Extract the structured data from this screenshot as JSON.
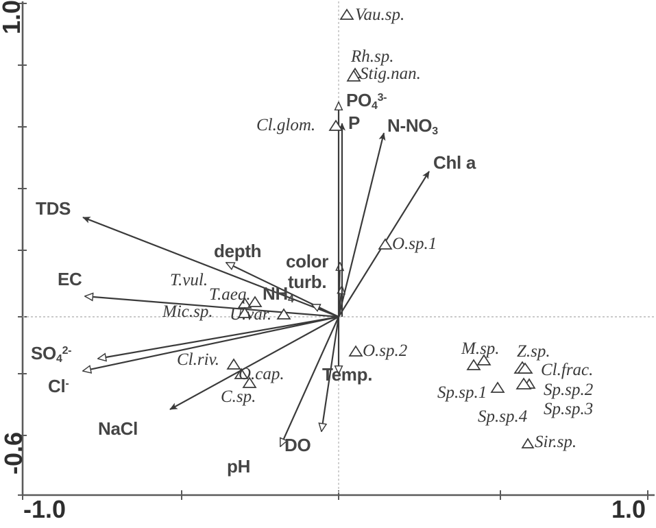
{
  "figure": {
    "type": "ordination-biplot",
    "background": "#ffffff",
    "line_color": "#3a3a3a",
    "text_color": "#3b3b3b"
  },
  "axes": {
    "x_min_label": "-1.0",
    "x_max_label": "1.0",
    "y_min_label": "-0.6",
    "y_max_label": "1.0"
  },
  "chart_data": {
    "type": "scatter",
    "title": "",
    "xlabel": "",
    "ylabel": "",
    "xlim": [
      -1.0,
      1.0
    ],
    "ylim": [
      -0.6,
      1.0
    ],
    "grid": false,
    "origin_lines": true,
    "x_ticks": [
      -1.0,
      -0.5,
      0.0,
      0.5,
      1.0
    ],
    "y_ticks": [
      -0.6,
      -0.4,
      -0.2,
      0.0,
      0.2,
      0.4,
      0.6,
      0.8,
      1.0
    ],
    "legend": null,
    "environmental_vectors": [
      {
        "name": "PO4",
        "label": "PO4 3-",
        "x": 0.0,
        "y": 0.695,
        "head": "hollow"
      },
      {
        "name": "P",
        "label": "P",
        "x": 0.0,
        "y": 0.625,
        "head": "solid"
      },
      {
        "name": "N-NO3",
        "label": "N-NO3",
        "x": 0.145,
        "y": 0.595,
        "head": "solid"
      },
      {
        "name": "Chl a",
        "label": "Chl a",
        "x": 0.29,
        "y": 0.47,
        "head": "solid"
      },
      {
        "name": "TDS",
        "label": "TDS",
        "x": -0.82,
        "y": 0.32,
        "head": "solid"
      },
      {
        "name": "depth",
        "label": "depth",
        "x": -0.36,
        "y": 0.175,
        "head": "hollow"
      },
      {
        "name": "EC",
        "label": "EC",
        "x": -0.81,
        "y": 0.065,
        "head": "hollow"
      },
      {
        "name": "NH4",
        "label": "NH4",
        "x": -0.085,
        "y": 0.04,
        "head": "hollow"
      },
      {
        "name": "color",
        "label": "color",
        "x": 0.005,
        "y": 0.175,
        "head": "hollow"
      },
      {
        "name": "turb.",
        "label": "turb.",
        "x": 0.012,
        "y": 0.1,
        "head": "hollow"
      },
      {
        "name": "SO4",
        "label": "SO4 2-",
        "x": -0.77,
        "y": -0.135,
        "head": "hollow"
      },
      {
        "name": "Cl",
        "label": "Cl -",
        "x": -0.82,
        "y": -0.175,
        "head": "hollow"
      },
      {
        "name": "NaCl",
        "label": "NaCl",
        "x": -0.54,
        "y": -0.3,
        "head": "solid"
      },
      {
        "name": "pH",
        "label": "pH",
        "x": -0.185,
        "y": -0.42,
        "head": "hollow"
      },
      {
        "name": "DO",
        "label": "DO",
        "x": -0.055,
        "y": -0.37,
        "head": "hollow"
      },
      {
        "name": "Temp.",
        "label": "Temp.",
        "x": 0.0,
        "y": -0.185,
        "head": "hollow"
      }
    ],
    "species_points": [
      {
        "name": "Vau.sp.",
        "x": 0.012,
        "y": 0.955,
        "label_side": "right"
      },
      {
        "name": "Rh.sp.",
        "x": 0.038,
        "y": 0.785,
        "label_side": "above"
      },
      {
        "name": "Stig.nan.",
        "x": 0.042,
        "y": 0.765,
        "label_side": "right"
      },
      {
        "name": "Cl.glom.",
        "x": -0.01,
        "y": 0.625,
        "label_side": "left"
      },
      {
        "name": "O.sp.1",
        "x": 0.145,
        "y": 0.235,
        "label_side": "right"
      },
      {
        "name": "T.vul.",
        "x": -0.3,
        "y": 0.055,
        "label_side": "left"
      },
      {
        "name": "T.aeq.",
        "x": -0.27,
        "y": 0.045,
        "label_side": "left"
      },
      {
        "name": "Mic.sp.",
        "x": -0.3,
        "y": 0.005,
        "label_side": "left"
      },
      {
        "name": "U.var.",
        "x": -0.175,
        "y": -0.005,
        "label_side": "left"
      },
      {
        "name": "O.sp.2",
        "x": 0.055,
        "y": -0.1,
        "label_side": "right"
      },
      {
        "name": "Cl.riv.",
        "x": -0.245,
        "y": -0.165,
        "label_side": "left"
      },
      {
        "name": "O.cap.",
        "x": -0.22,
        "y": -0.195,
        "label_side": "right"
      },
      {
        "name": "C.sp.",
        "x": -0.2,
        "y": -0.215,
        "label_side": "below"
      },
      {
        "name": "M.sp.",
        "x": 0.46,
        "y": -0.115,
        "label_side": "above"
      },
      {
        "name": "Z.sp.",
        "x": 0.575,
        "y": -0.135,
        "label_side": "above"
      },
      {
        "name": "Cl.frac.",
        "x": 0.585,
        "y": -0.135,
        "label_side": "right"
      },
      {
        "name": "Sp.sp.1",
        "x": 0.42,
        "y": -0.165,
        "label_side": "below"
      },
      {
        "name": "Sp.sp.2",
        "x": 0.585,
        "y": -0.195,
        "label_side": "right"
      },
      {
        "name": "Sp.sp.3",
        "x": 0.6,
        "y": -0.195,
        "label_side": "right"
      },
      {
        "name": "Sp.sp.4",
        "x": 0.5,
        "y": -0.215,
        "label_side": "below"
      },
      {
        "name": "Sir.sp.",
        "x": 0.575,
        "y": -0.295,
        "label_side": "right"
      }
    ]
  },
  "env_labels": [
    {
      "key": "tds",
      "text": "TDS",
      "sub": "",
      "sup": ""
    },
    {
      "key": "ec",
      "text": "EC",
      "sub": "",
      "sup": ""
    },
    {
      "key": "so4",
      "text": "SO",
      "sub": "4",
      "sup": "2-"
    },
    {
      "key": "cl",
      "text": "Cl",
      "sub": "",
      "sup": "-"
    },
    {
      "key": "nacl",
      "text": "NaCl",
      "sub": "",
      "sup": ""
    },
    {
      "key": "ph",
      "text": "pH",
      "sub": "",
      "sup": ""
    },
    {
      "key": "do",
      "text": "DO",
      "sub": "",
      "sup": ""
    },
    {
      "key": "temp",
      "text": "Temp.",
      "sub": "",
      "sup": ""
    },
    {
      "key": "depth",
      "text": "depth",
      "sub": "",
      "sup": ""
    },
    {
      "key": "color",
      "text": "color",
      "sub": "",
      "sup": ""
    },
    {
      "key": "turb",
      "text": "turb.",
      "sub": "",
      "sup": ""
    },
    {
      "key": "nh4",
      "text": "NH",
      "sub": "4",
      "sup": ""
    },
    {
      "key": "po4",
      "text": "PO",
      "sub": "4",
      "sup": "3-"
    },
    {
      "key": "p",
      "text": "P",
      "sub": "",
      "sup": ""
    },
    {
      "key": "nno3",
      "text": "N-NO",
      "sub": "3",
      "sup": ""
    },
    {
      "key": "chla",
      "text": "Chl a",
      "sub": "",
      "sup": ""
    }
  ],
  "species_labels": {
    "vau": "Vau.sp.",
    "rh": "Rh.sp.",
    "stig": "Stig.nan.",
    "clglom": "Cl.glom.",
    "osp1": "O.sp.1",
    "tvul": "T.vul.",
    "taeq": "T.aeq.",
    "micsp": "Mic.sp.",
    "uvar": "U.var.",
    "osp2": "O.sp.2",
    "clriv": "Cl.riv.",
    "ocap": "O.cap.",
    "csp": "C.sp.",
    "msp": "M.sp.",
    "zsp": "Z.sp.",
    "clfrac": "Cl.frac.",
    "spsp1": "Sp.sp.1",
    "spsp2": "Sp.sp.2",
    "spsp3": "Sp.sp.3",
    "spsp4": "Sp.sp.4",
    "sirsp": "Sir.sp."
  }
}
